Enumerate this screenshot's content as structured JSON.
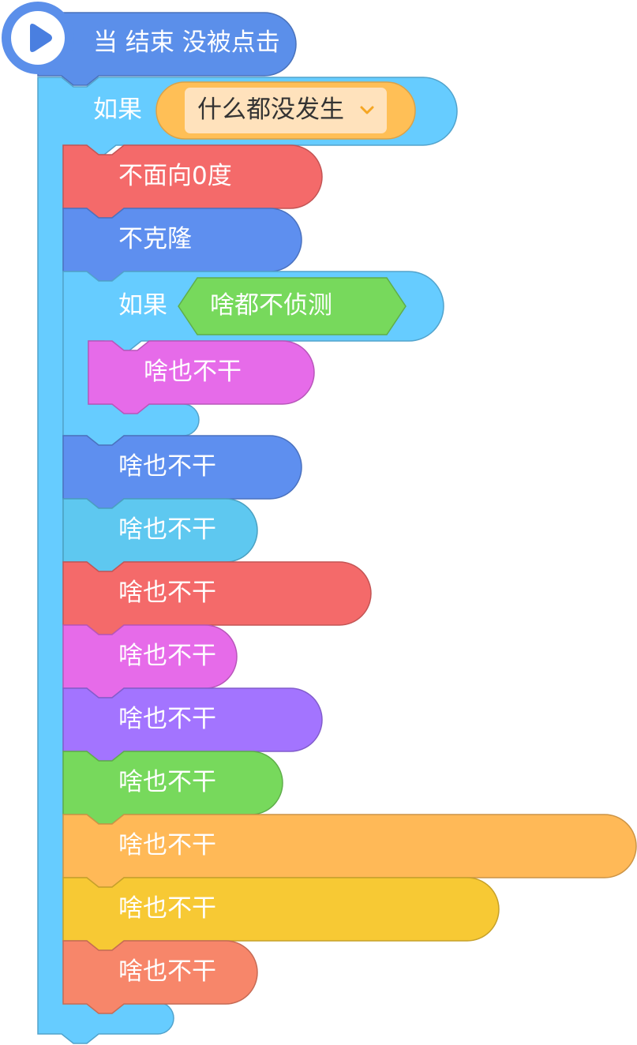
{
  "script": {
    "event_block": {
      "label": "当 结束 没被点击",
      "icon": "play-icon",
      "color": "#5B8FEA",
      "button_color": "#4A7FE0"
    },
    "if_outer": {
      "label": "如果",
      "dropdown_value": "什么都没发生",
      "color": "#66CCFF",
      "dropdown_color": "#FFBF56",
      "dropdown_inner_color": "#FFE2BC"
    },
    "stack": [
      {
        "label": "不面向0度",
        "color": "#F46A6A"
      },
      {
        "label": "不克隆",
        "color": "#5E8FEF"
      }
    ],
    "if_inner": {
      "label": "如果",
      "condition": "啥都不侦测",
      "condition_color": "#77D95C",
      "body": [
        {
          "label": "啥也不干",
          "color": "#E66BE9"
        }
      ]
    },
    "after": [
      {
        "label": "啥也不干",
        "color": "#5E8FEF"
      },
      {
        "label": "啥也不干",
        "color": "#5EC8F0"
      },
      {
        "label": "啥也不干",
        "color": "#F46A6A"
      },
      {
        "label": "啥也不干",
        "color": "#E66BE9"
      },
      {
        "label": "啥也不干",
        "color": "#A374FF"
      },
      {
        "label": "啥也不干",
        "color": "#77D95C"
      },
      {
        "label": "啥也不干",
        "color": "#FFB957"
      },
      {
        "label": "啥也不干",
        "color": "#F7C934"
      },
      {
        "label": "啥也不干",
        "color": "#F7866A"
      }
    ]
  }
}
